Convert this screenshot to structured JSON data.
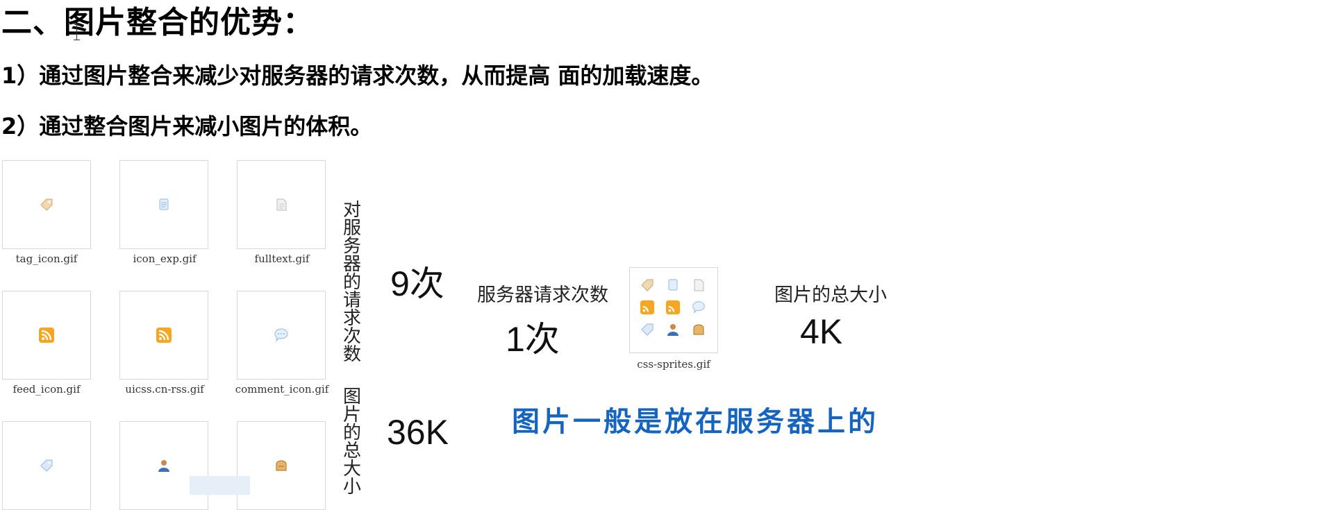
{
  "heading": "二、图片整合的优势：",
  "points": [
    "1）通过图片整合来减少对服务器的请求次数，从而提高 面的加载速度。",
    "2）通过整合图片来减小图片的体积。"
  ],
  "tiles": [
    {
      "caption": "tag_icon.gif",
      "icon": "tag-icon"
    },
    {
      "caption": "icon_exp.gif",
      "icon": "scroll-icon"
    },
    {
      "caption": "fulltext.gif",
      "icon": "document-icon"
    },
    {
      "caption": "feed_icon.gif",
      "icon": "rss-feed-icon"
    },
    {
      "caption": "uicss.cn-rss.gif",
      "icon": "rss-feed-icon"
    },
    {
      "caption": "comment_icon.gif",
      "icon": "speech-bubble-icon"
    },
    {
      "caption": "",
      "icon": "tag-icon"
    },
    {
      "caption": "",
      "icon": "user-icon"
    },
    {
      "caption": "",
      "icon": "bread-icon"
    }
  ],
  "vertical_labels": {
    "requests": "对服务器的请求次数",
    "size": "图片的总大小"
  },
  "before": {
    "requests": "9次",
    "size": "36K"
  },
  "after": {
    "requests_label": "服务器请求次数",
    "requests": "1次",
    "size_label": "图片的总大小",
    "size": "4K",
    "sprite_caption": "css-sprites.gif"
  },
  "note": "图片一般是放在服务器上的",
  "colors": {
    "note": "#1565c0",
    "rss": "#f5a623",
    "icon_gray": "#b9b9b9",
    "icon_blue": "#8fb8e6"
  }
}
